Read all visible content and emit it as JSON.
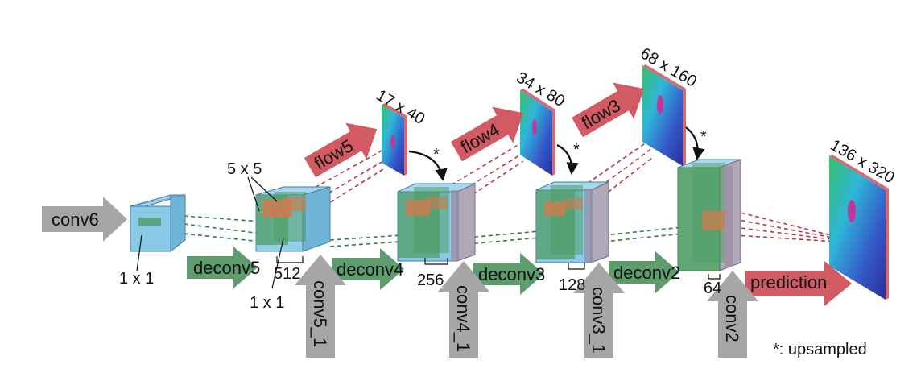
{
  "colors": {
    "gray_arrow": "#a6a6a6",
    "green_arrow": "#5e9c6e",
    "red_arrow": "#d15a63",
    "blue_box": "#7fc3e2",
    "green_box": "#4f9e66",
    "orange_patch": "#cf7a4e",
    "dashed_green": "#3a7a4a",
    "dashed_red": "#b33a42",
    "flow_edge": "#d46a72"
  },
  "arrows": {
    "conv6": "conv6",
    "deconv5": "deconv5",
    "deconv4": "deconv4",
    "deconv3": "deconv3",
    "deconv2": "deconv2",
    "conv5_1": "conv5_1",
    "conv4_1": "conv4_1",
    "conv3_1": "conv3_1",
    "conv2": "conv2",
    "flow5": "flow5",
    "flow4": "flow4",
    "flow3": "flow3",
    "prediction": "prediction"
  },
  "labels": {
    "kernel_5x5": "5 x 5",
    "kernel_1x1_a": "1 x 1",
    "kernel_1x1_b": "1 x 1",
    "ch_512": "512",
    "ch_256": "256",
    "ch_128": "128",
    "ch_64": "64",
    "res_flow5": "17 x 40",
    "res_flow4": "34 x 80",
    "res_flow3": "68 x 160",
    "res_pred": "136 x 320",
    "star": "*",
    "legend": "*: upsampled"
  }
}
